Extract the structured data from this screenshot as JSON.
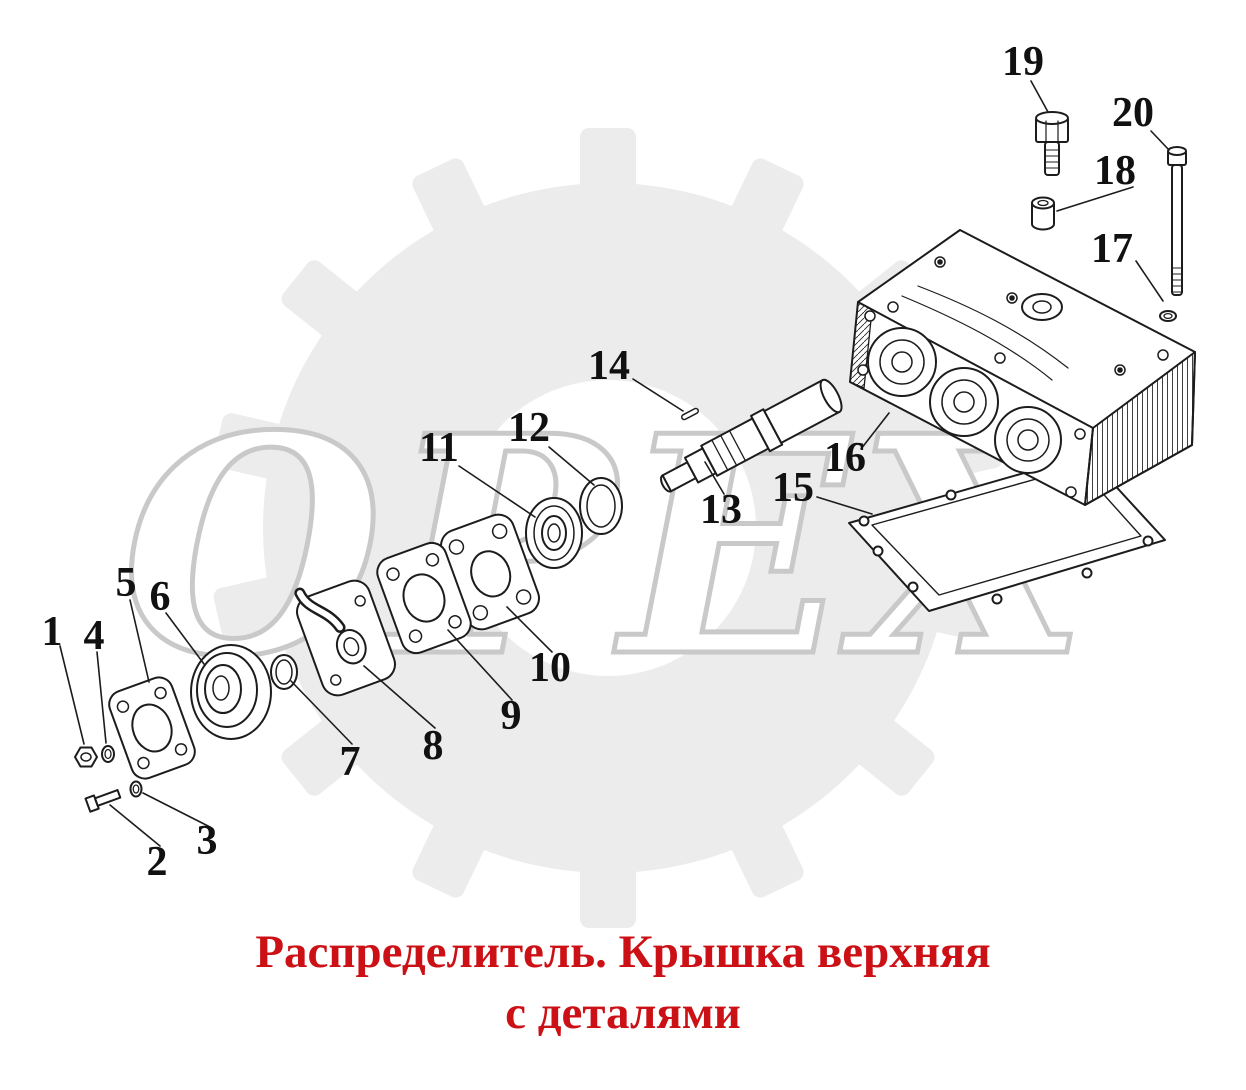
{
  "page": {
    "background": "#ffffff"
  },
  "watermark": {
    "text": "ОРЕХ",
    "outline_color": "#c9c9c9",
    "gear_color": "#ececec"
  },
  "title": {
    "line1": "Распределитель. Крышка верхняя",
    "line2": "с деталями",
    "color": "#cc1116"
  },
  "callouts": [
    {
      "label": "1"
    },
    {
      "label": "2"
    },
    {
      "label": "3"
    },
    {
      "label": "4"
    },
    {
      "label": "5"
    },
    {
      "label": "6"
    },
    {
      "label": "7"
    },
    {
      "label": "8"
    },
    {
      "label": "9"
    },
    {
      "label": "10"
    },
    {
      "label": "11"
    },
    {
      "label": "12"
    },
    {
      "label": "13"
    },
    {
      "label": "14"
    },
    {
      "label": "15"
    },
    {
      "label": "16"
    },
    {
      "label": "17"
    },
    {
      "label": "18"
    },
    {
      "label": "19"
    },
    {
      "label": "20"
    }
  ]
}
